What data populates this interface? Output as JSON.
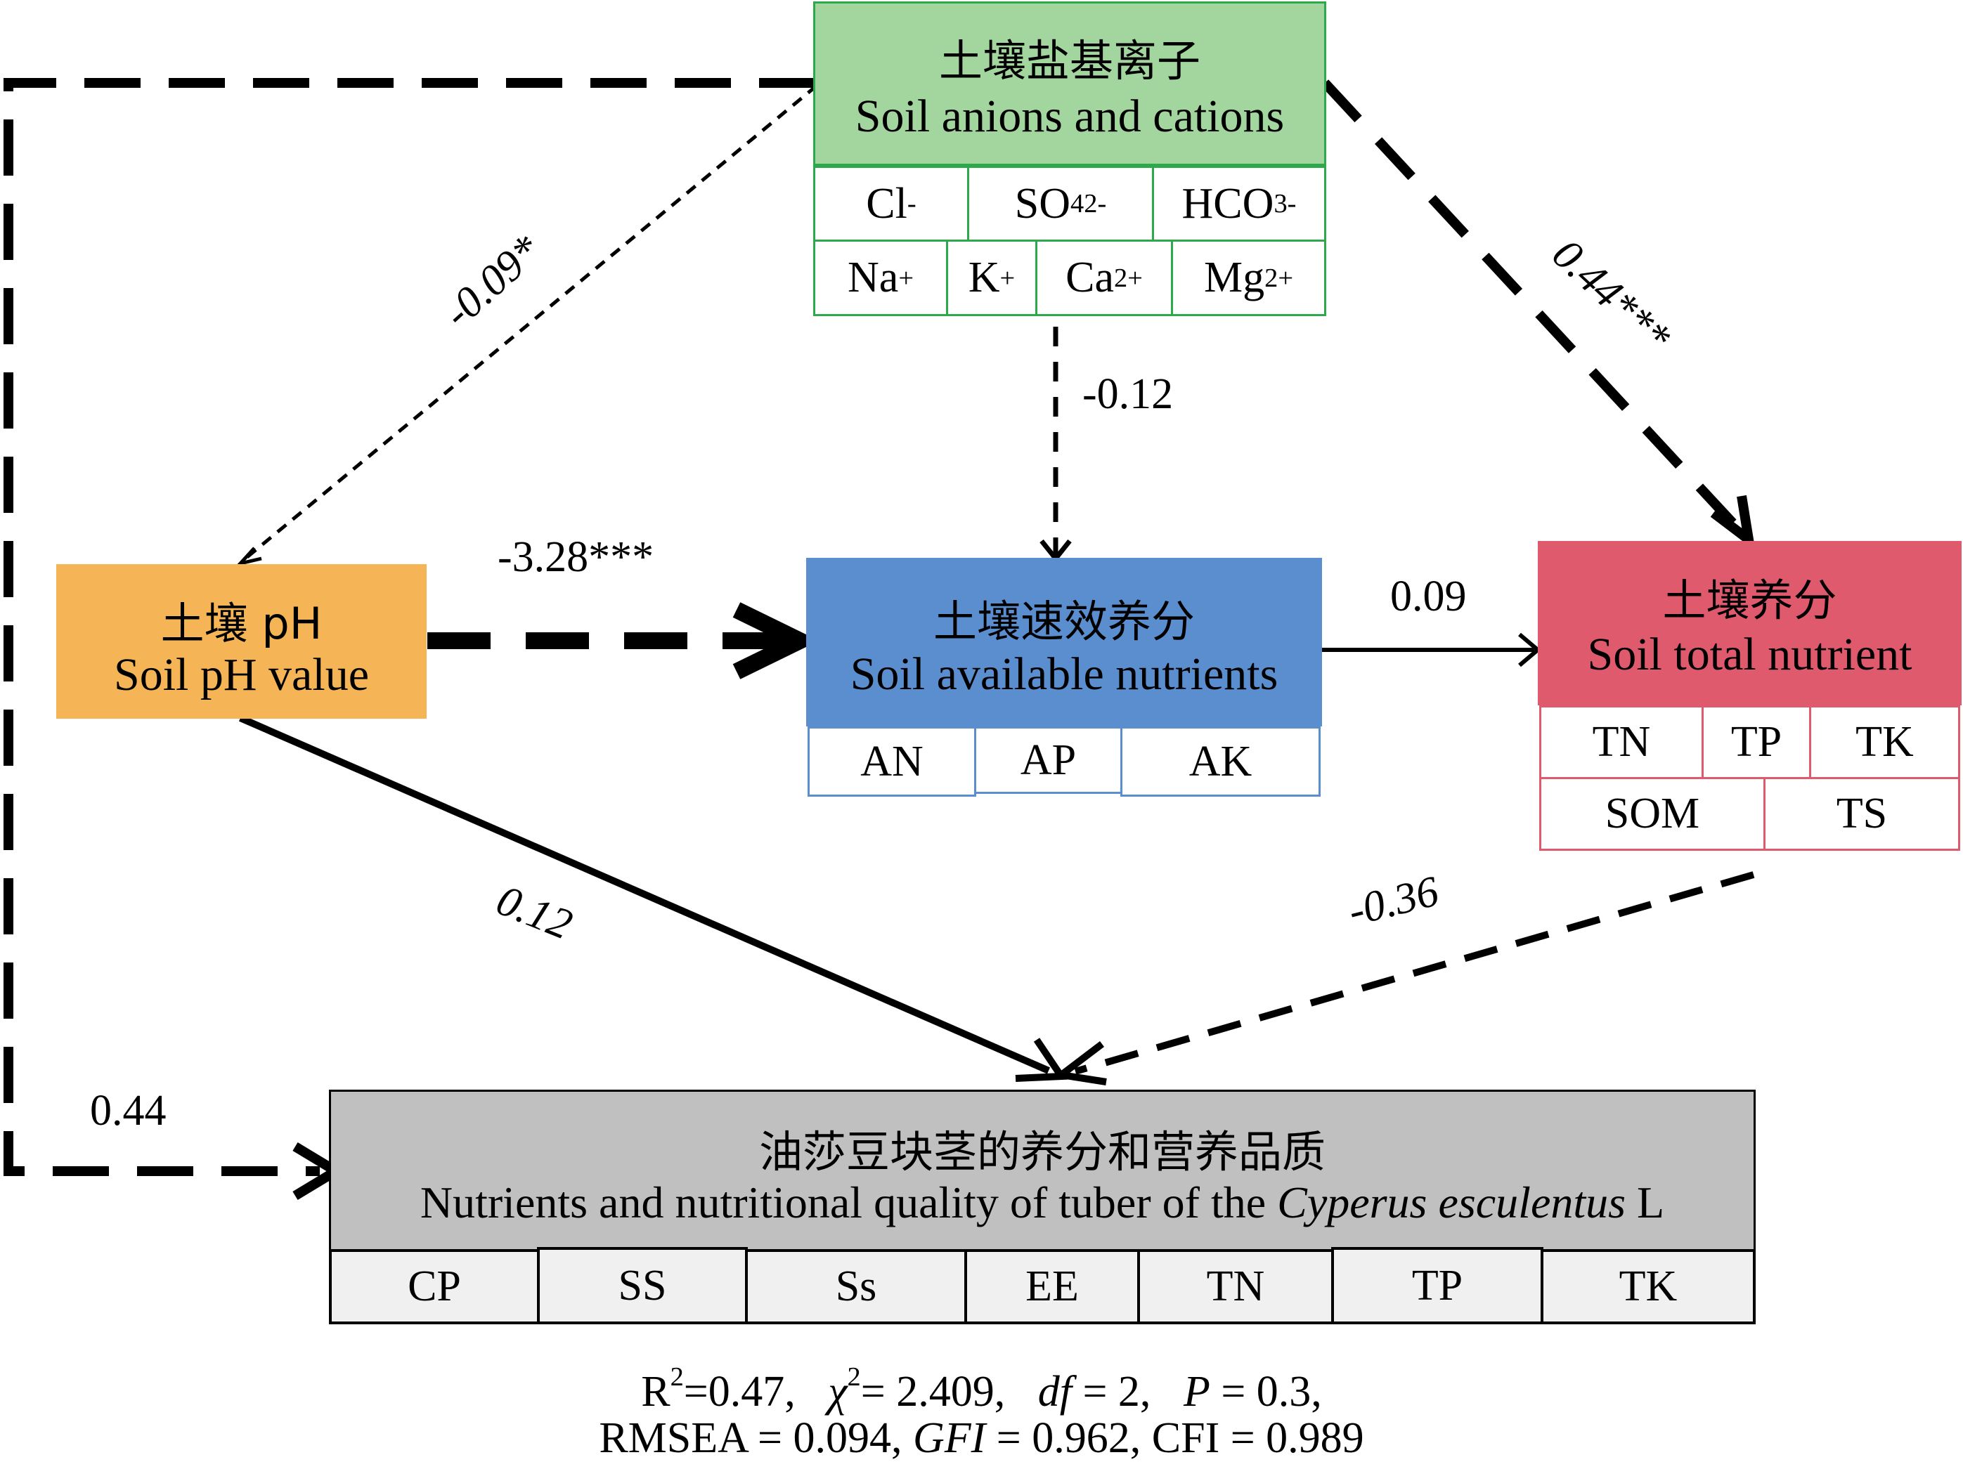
{
  "nodes": {
    "ions": {
      "title_zh": "土壤盐基离子",
      "title_en": "Soil anions and cations",
      "fill": "#a3d69e",
      "border": "#2da84a",
      "row1": [
        "Cl",
        "SO",
        "HCO"
      ],
      "row2": [
        "Na",
        "K",
        "Ca",
        "Mg"
      ],
      "sup": {
        "cl": "-",
        "so4": "2-",
        "hco3": "-",
        "na": "+",
        "k": "+",
        "ca": "2+",
        "mg": "2+"
      },
      "sub": {
        "so4": "4",
        "hco3": "3"
      }
    },
    "ph": {
      "title_zh": "土壤 pH",
      "title_en": "Soil pH value",
      "fill": "#f5b556"
    },
    "available": {
      "title_zh": "土壤速效养分",
      "title_en": "Soil available nutrients",
      "fill": "#5b8ecf",
      "border": "#5b8ecf",
      "cells": [
        "AN",
        "AP",
        "AK"
      ]
    },
    "total": {
      "title_zh": "土壤养分",
      "title_en": "Soil total nutrient",
      "fill": "#e05a6e",
      "border": "#e05a6e",
      "row1": [
        "TN",
        "TP",
        "TK"
      ],
      "row2": [
        "SOM",
        "TS"
      ]
    },
    "tuber": {
      "title_zh": "油莎豆块茎的养分和营养品质",
      "title_en_prefix": "Nutrients and nutritional quality of tuber of the",
      "title_en_species": "Cyperus esculentus",
      "title_en_suffix": "L",
      "fill": "#c0c0c0",
      "cell_fill": "#f0f0f0",
      "cells": [
        "CP",
        "SS",
        "Ss",
        "EE",
        "TN",
        "TP",
        "TK"
      ]
    }
  },
  "edges": {
    "ions_to_ph": "-0.09*",
    "ions_to_available": "-0.12",
    "ions_to_total": "0.44***",
    "ph_to_available": "-3.28***",
    "available_to_total": "0.09",
    "ph_to_tuber": "0.12",
    "total_to_tuber": "-0.36",
    "ions_to_tuber": "0.44"
  },
  "fit": {
    "r2_label": "R",
    "r2_value": "=0.47,",
    "chi_label": "χ",
    "chi_value": "= 2.409,",
    "df_label": "df",
    "df_value": "= 2,",
    "p_label": "P",
    "p_value": "= 0.3,",
    "rmsea": "RMSEA = 0.094,",
    "gfi_label": "GFI",
    "gfi_value": "= 0.962,",
    "cfi": "CFI = 0.989",
    "square": "2"
  }
}
